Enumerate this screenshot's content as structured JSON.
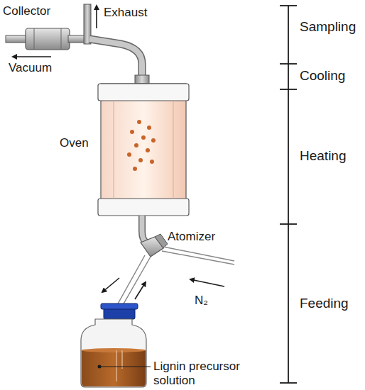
{
  "diagram": {
    "labels": [
      "Collector",
      "Exhaust",
      "Vacuum",
      "Oven",
      "Atomizer",
      "N₂",
      "Lignin precursor solution",
      "Sampling",
      "Cooling",
      "Heating",
      "Feeding"
    ]
  }
}
